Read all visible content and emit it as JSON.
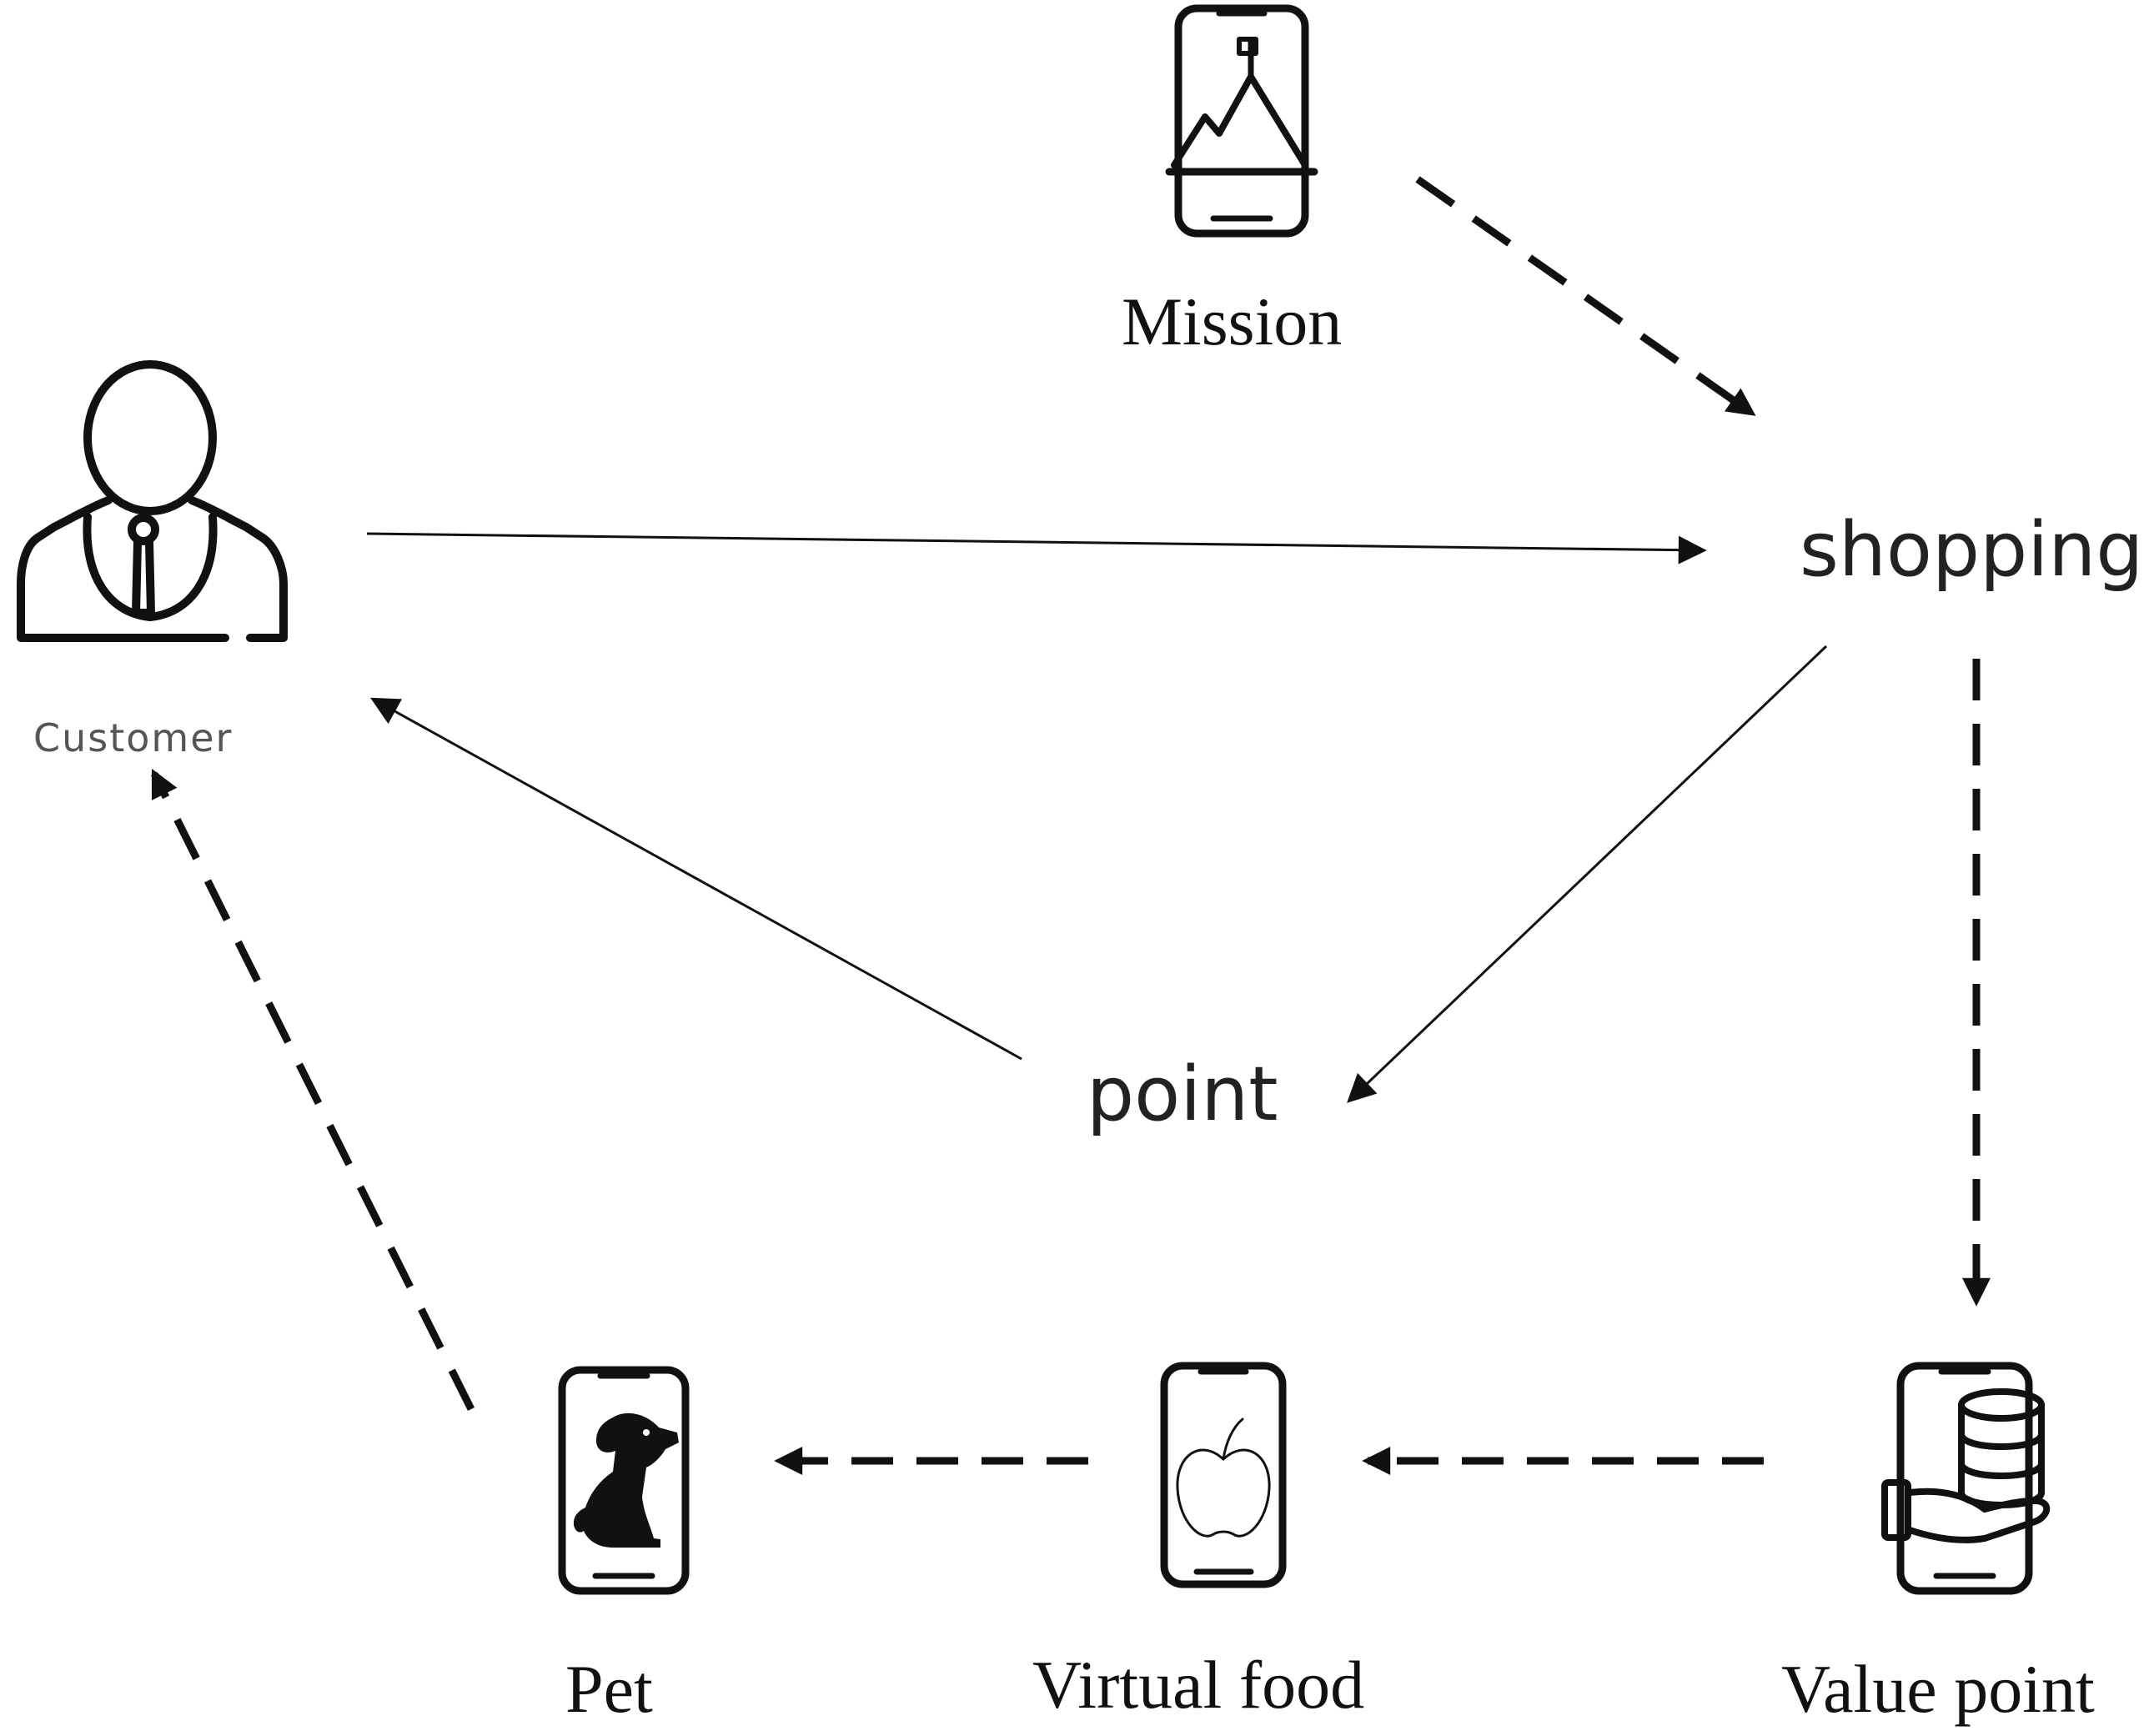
{
  "diagram": {
    "nodes": {
      "customer": {
        "label": "Customer",
        "icon": "person-with-tie-icon"
      },
      "mission": {
        "label": "Mission",
        "icon": "phone-mountain-flag-icon"
      },
      "shopping": {
        "label": "shopping"
      },
      "point": {
        "label": "point"
      },
      "value_point": {
        "label": "Value point",
        "icon": "phone-coin-stack-hand-icon"
      },
      "virtual_food": {
        "label": "Virtual food",
        "icon": "phone-apple-icon"
      },
      "pet": {
        "label": "Pet",
        "icon": "phone-dog-icon"
      }
    },
    "edges": [
      {
        "from": "customer",
        "to": "shopping",
        "style": "solid"
      },
      {
        "from": "mission",
        "to": "shopping",
        "style": "dashed"
      },
      {
        "from": "shopping",
        "to": "point",
        "style": "solid"
      },
      {
        "from": "point",
        "to": "customer",
        "style": "solid"
      },
      {
        "from": "shopping",
        "to": "value_point",
        "style": "dashed"
      },
      {
        "from": "value_point",
        "to": "virtual_food",
        "style": "dashed"
      },
      {
        "from": "virtual_food",
        "to": "pet",
        "style": "dashed"
      },
      {
        "from": "pet",
        "to": "customer",
        "style": "dashed"
      }
    ],
    "colors": {
      "stroke": "#111111",
      "label_serif": "#111111",
      "label_sans": "#222222",
      "customer_label": "#555555"
    }
  }
}
